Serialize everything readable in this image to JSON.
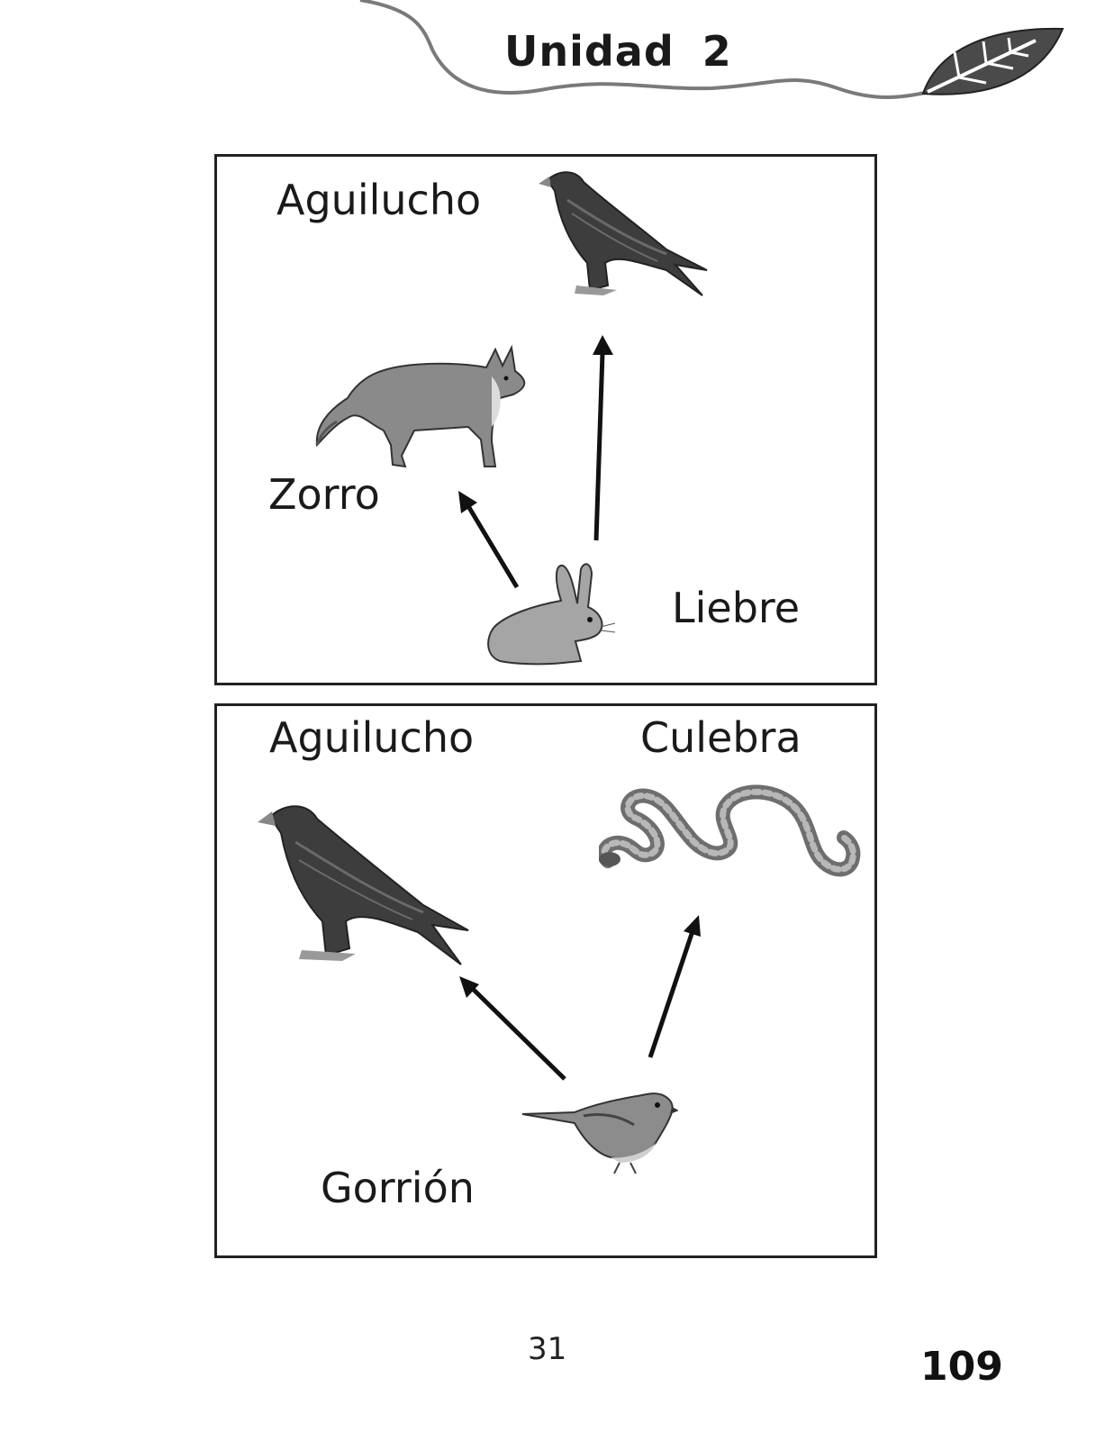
{
  "header": {
    "unit_title": "Unidad 2"
  },
  "panels": [
    {
      "labels": {
        "top_predator": "Aguilucho",
        "predator": "Zorro",
        "prey": "Liebre"
      }
    },
    {
      "labels": {
        "top_left": "Aguilucho",
        "top_right": "Culebra",
        "prey": "Gorrión"
      }
    }
  ],
  "footer": {
    "page_center": "31",
    "page_right": "109"
  },
  "colors": {
    "ink": "#1a1a1a",
    "leaf": "#4a4a4a",
    "wave": "#7a7a7a"
  }
}
